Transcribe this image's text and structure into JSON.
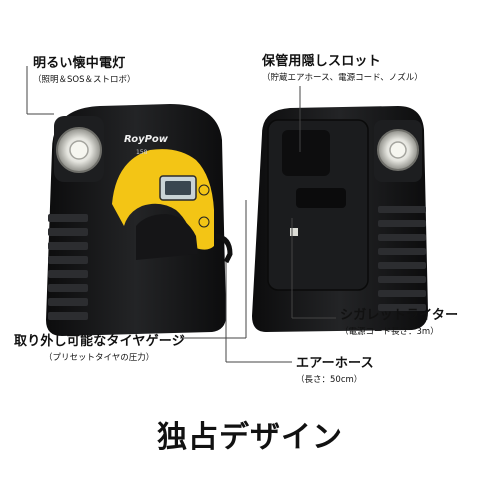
{
  "product": {
    "brand": "RoyPow",
    "model": "158"
  },
  "callouts": {
    "flashlight": {
      "title": "明るい懐中電灯",
      "subtitle": "（照明＆SOS＆ストロボ）"
    },
    "storage": {
      "title": "保管用隠しスロット",
      "subtitle": "（貯蔵エアホース、電源コード、ノズル）"
    },
    "cigarette": {
      "title": "シガレットライター",
      "subtitle": "（電源コード長さ：3m）"
    },
    "gauge": {
      "title": "取り外し可能なタイヤゲージ",
      "subtitle": "（プリセットタイヤの圧力）"
    },
    "hose": {
      "title": "エアーホース",
      "subtitle": "（長さ：50cm）"
    }
  },
  "headline": "独占デザイン",
  "colors": {
    "body": "#17181a",
    "accent": "#f3c515",
    "lens": "#dcdcd6",
    "line": "#444444"
  }
}
